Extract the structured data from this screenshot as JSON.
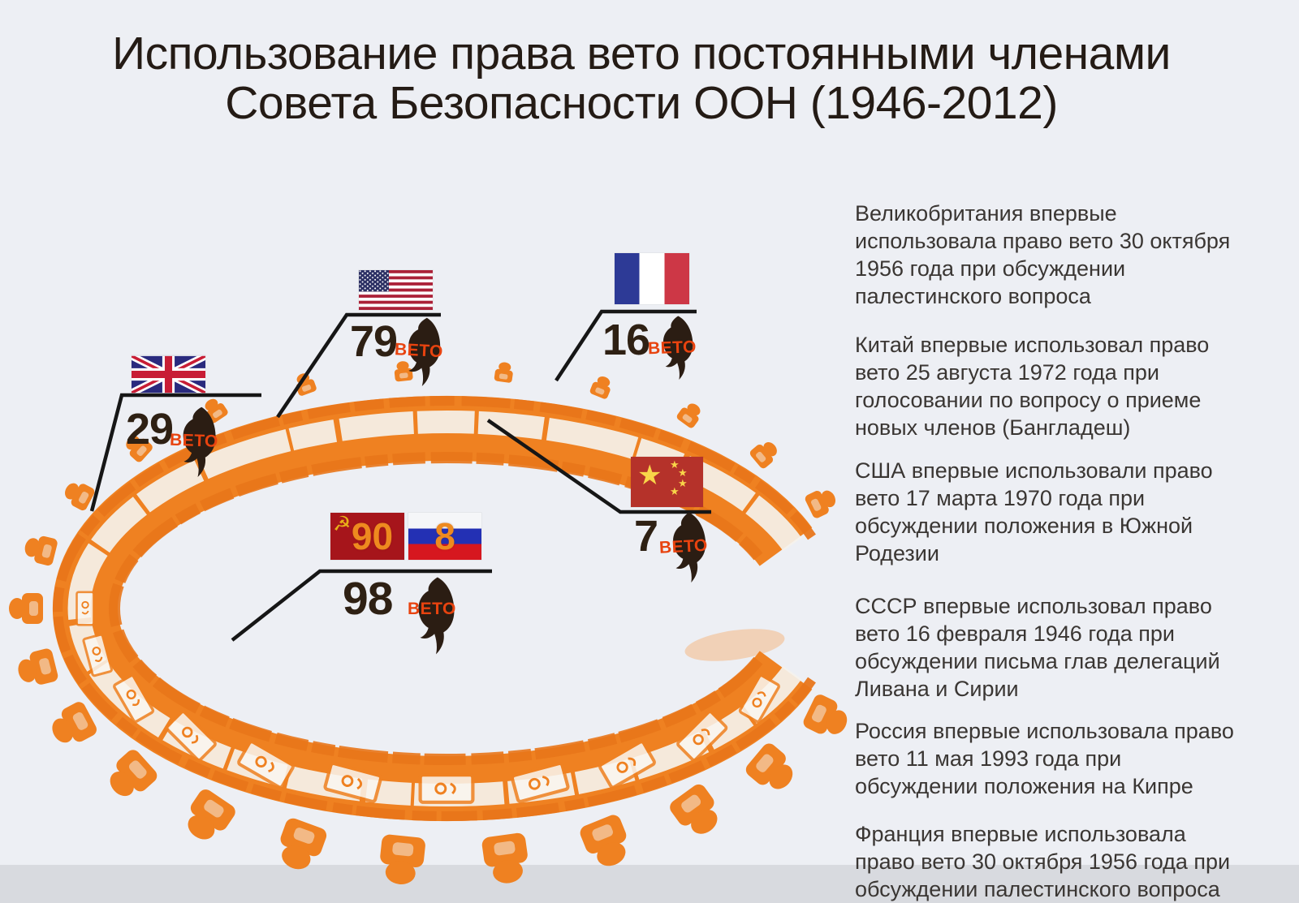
{
  "title": {
    "line1": "Использование права вето постоянными членами",
    "line2": "Совета Безопасности ООН (1946-2012)"
  },
  "veto_stamp_label": "ВЕТО",
  "vetoes": {
    "usa": {
      "count": "79"
    },
    "france": {
      "count": "16"
    },
    "uk": {
      "count": "29"
    },
    "china": {
      "count": "7"
    },
    "ussr": {
      "count": "90"
    },
    "russia": {
      "count": "8"
    },
    "ussr_russia_total": {
      "count": "98"
    }
  },
  "facts": [
    "Великобритания впервые использовала право вето 30 октября 1956 года при обсуждении палестинского вопроса",
    "Китай впервые использовал право вето 25 августа 1972 года при голосовании по вопросу о приеме новых членов (Бангладеш)",
    "США впервые использовали право вето 17 марта 1970 года при обсуждении положения в Южной Родезии",
    "СССР впервые использовал право вето 16 февраля 1946 года при обсуждении письма глав делегаций Ливана и Сирии",
    "Россия впервые использовала право вето 11 мая 1993 года при обсуждении положения на Кипре",
    "Франция впервые использовала право вето 30 октября 1956 года при обсуждении палестинского вопроса"
  ],
  "icons": {
    "star": "★",
    "ussr_emblem": "☭"
  },
  "colors": {
    "background": "#edeff4",
    "table_orange": "#ef8121",
    "veto_red": "#e8430f",
    "ink_numbers": "#2e2013",
    "title_ink": "#241b15",
    "body_text": "#3a3633"
  }
}
